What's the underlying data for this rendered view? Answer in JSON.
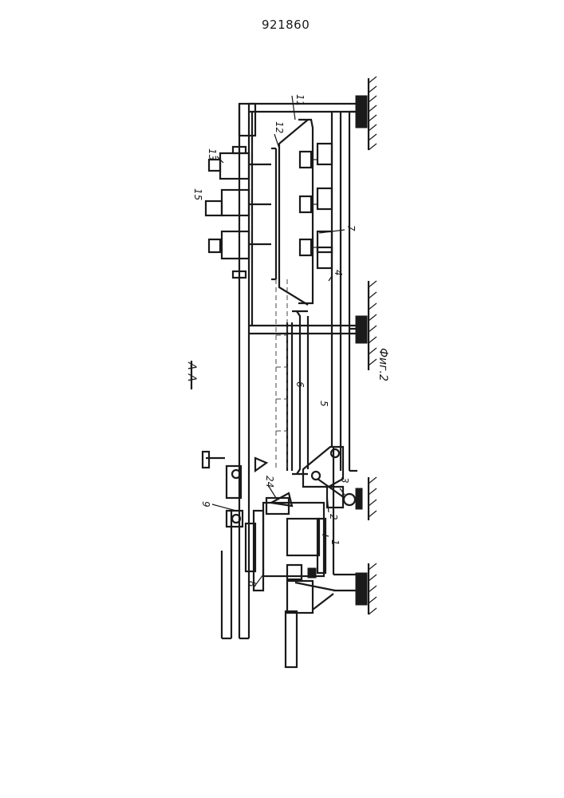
{
  "document": {
    "patent_number": "921860",
    "section_label": "А-А",
    "figure_caption": "Фиг.2"
  },
  "callouts": {
    "c1": "1",
    "c2": "2",
    "c3": "3",
    "c4": "4",
    "c5": "5",
    "c6": "6",
    "c7": "7",
    "c8": "8",
    "c9": "9",
    "c11": "11",
    "c12": "12",
    "c13": "13",
    "c15": "15",
    "c24": "24"
  }
}
